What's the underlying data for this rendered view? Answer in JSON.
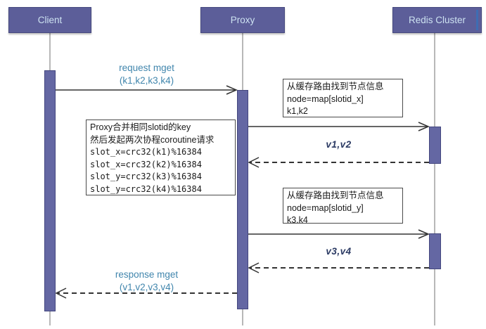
{
  "colors": {
    "actor_bg": "#5c5e99",
    "actor_text": "#cde2f1",
    "activation_bar": "#6467a3",
    "message_text": "#4186ad",
    "value_text": "#2b3a63",
    "lifeline": "#a0a0a0",
    "arrow": "#333333"
  },
  "actors": [
    {
      "label": "Client"
    },
    {
      "label": "Proxy"
    },
    {
      "label": "Redis Cluster"
    }
  ],
  "messages": {
    "request": {
      "line1": "request mget",
      "line2": "(k1,k2,k3,k4)"
    },
    "v12": {
      "label": "v1,v2"
    },
    "v34": {
      "label": "v3,v4"
    },
    "response": {
      "line1": "response mget",
      "line2": "(v1,v2,v3,v4)"
    }
  },
  "notes": {
    "route_x": {
      "line1": "从缓存路由找到节点信息",
      "line2": "node=map[slotid_x]",
      "line3": "k1,k2"
    },
    "merge": {
      "line1": "Proxy合并相同slotid的key",
      "line2": "然后发起两次协程coroutine请求",
      "code": [
        "slot_x=crc32(k1)%16384",
        "slot_x=crc32(k2)%16384",
        "slot_y=crc32(k3)%16384",
        "slot_y=crc32(k4)%16384"
      ]
    },
    "route_y": {
      "line1": "从缓存路由找到节点信息",
      "line2": "node=map[slotid_y]",
      "line3": "k3,k4"
    }
  }
}
